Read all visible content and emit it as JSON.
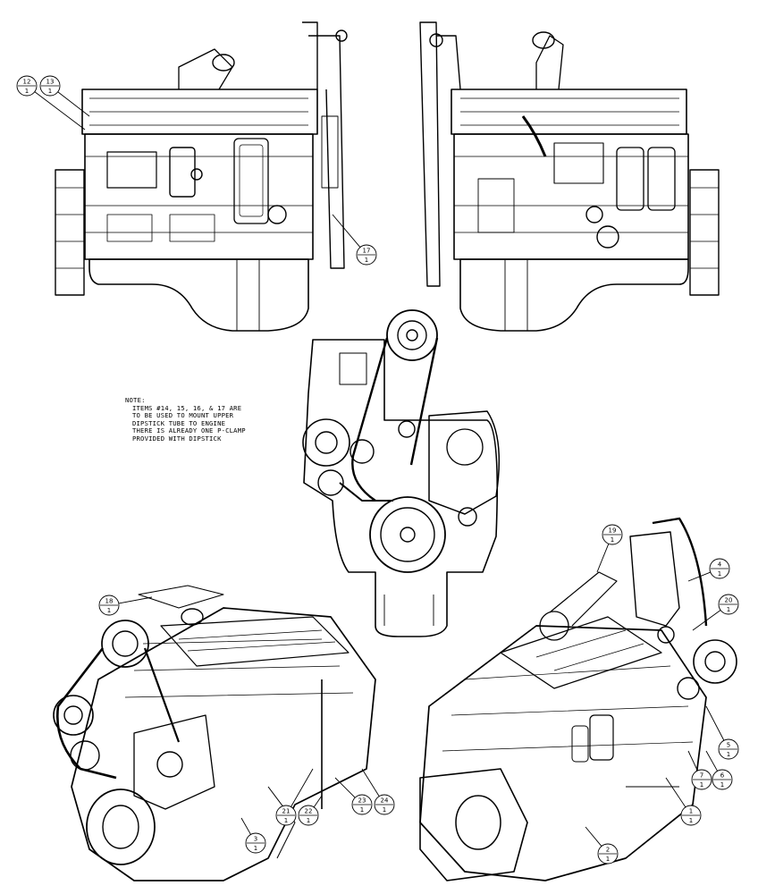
{
  "note": {
    "heading": "NOTE:",
    "lines": [
      "ITEMS #14, 15, 16, & 17 ARE",
      "TO BE USED TO MOUNT UPPER",
      "DIPSTICK TUBE TO ENGINE",
      "THERE IS ALREADY ONE P-CLAMP",
      "PROVIDED WITH DIPSTICK"
    ]
  },
  "views": [
    {
      "id": "left-side-view"
    },
    {
      "id": "right-side-view"
    },
    {
      "id": "front-view"
    },
    {
      "id": "front-iso-view"
    },
    {
      "id": "rear-iso-view"
    }
  ],
  "balloons": [
    {
      "top": "12",
      "bottom": "1"
    },
    {
      "top": "13",
      "bottom": "1"
    },
    {
      "top": "17",
      "bottom": "1"
    },
    {
      "top": "18",
      "bottom": "1"
    },
    {
      "top": "19",
      "bottom": "1"
    },
    {
      "top": "4",
      "bottom": "1"
    },
    {
      "top": "20",
      "bottom": "1"
    },
    {
      "top": "5",
      "bottom": "1"
    },
    {
      "top": "7",
      "bottom": "1"
    },
    {
      "top": "6",
      "bottom": "1"
    },
    {
      "top": "1",
      "bottom": "1"
    },
    {
      "top": "2",
      "bottom": "1"
    },
    {
      "top": "3",
      "bottom": "1"
    },
    {
      "top": "21",
      "bottom": "1"
    },
    {
      "top": "22",
      "bottom": "1"
    },
    {
      "top": "23",
      "bottom": "1"
    },
    {
      "top": "24",
      "bottom": "1"
    }
  ]
}
